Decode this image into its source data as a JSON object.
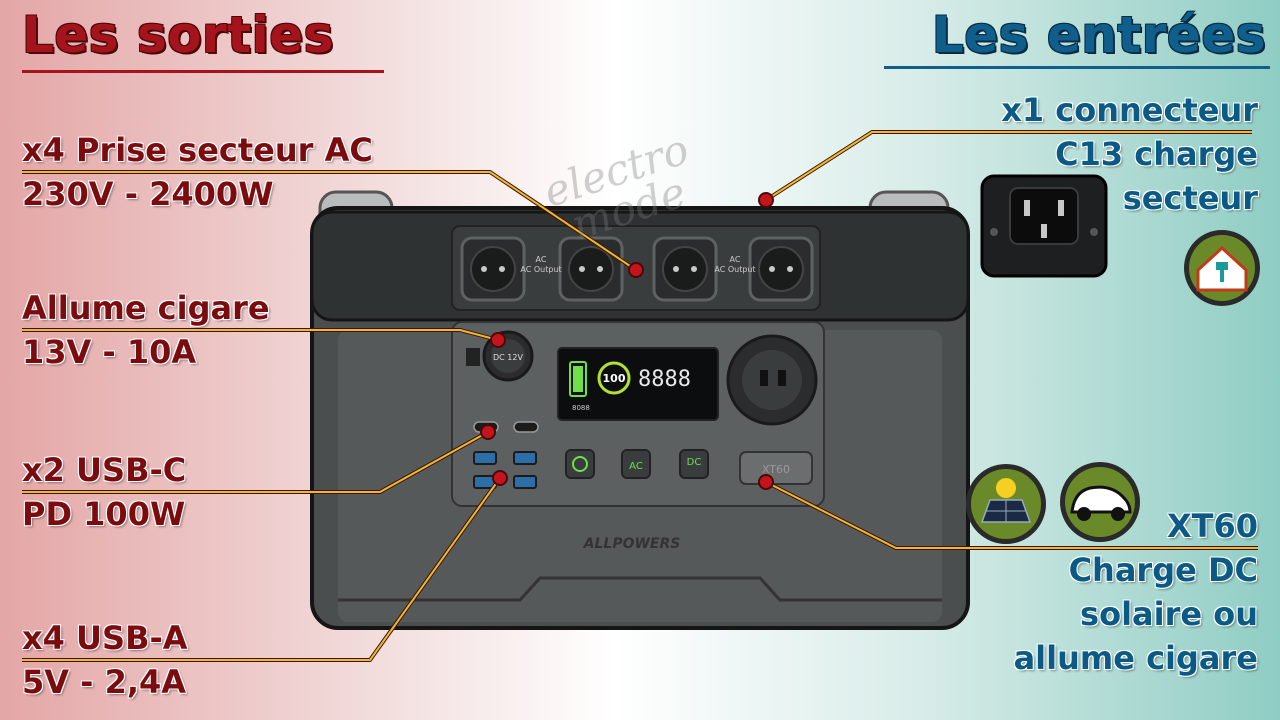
{
  "titles": {
    "outputs": "Les sorties",
    "inputs": "Les entrées"
  },
  "outputs": [
    {
      "line1": "x4 Prise secteur AC",
      "line2": "230V - 2400W"
    },
    {
      "line1": "Allume cigare",
      "line2": "13V - 10A"
    },
    {
      "line1": "x2 USB-C",
      "line2": "PD 100W"
    },
    {
      "line1": "x4 USB-A",
      "line2": "5V - 2,4A"
    }
  ],
  "inputs": {
    "c13": {
      "line1": "x1 connecteur",
      "line2": "C13 charge",
      "line3": "secteur"
    },
    "xt60": {
      "line1": "XT60",
      "line2": "Charge DC",
      "line3": "solaire ou",
      "line4": "allume cigare"
    }
  },
  "device": {
    "brand": "ALLPOWERS",
    "display_percent": "100",
    "display_digits": "8888",
    "ac_output_label": "AC Output",
    "dc_button": "DC",
    "ac_button": "AC",
    "xt60_port": "XT60",
    "dc_socket": "DC 12V",
    "display_sub": "8088"
  },
  "watermark": {
    "line1": "electro",
    "line2": "mode"
  },
  "colors": {
    "outputs": "#a5141c",
    "inputs": "#0f5e8c",
    "callout_dot": "#c4141c",
    "icon_green": "#6a8a2a"
  },
  "icons": [
    "house-plug-icon",
    "solar-panel-icon",
    "car-icon",
    "power-icon",
    "c13-connector-icon"
  ]
}
